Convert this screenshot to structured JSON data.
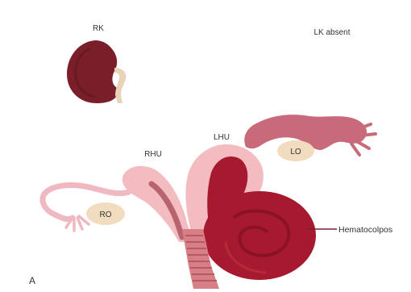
{
  "labels": {
    "right_kidney": "RK",
    "left_kidney_status": "LK absent",
    "right_hemi_uterus": "RHU",
    "left_hemi_uterus": "LHU",
    "right_ovary": "RO",
    "left_ovary": "LO",
    "hematocolpos": "Hematocolpos",
    "panel": "A"
  },
  "colors": {
    "kidney": "#7a1f2a",
    "ureter": "#e8d3b8",
    "tube": "#c86a7a",
    "uterus_outer": "#f2bcc0",
    "uterus_inner": "#e49aa2",
    "blood": "#a6192e",
    "blood_dark": "#7d1022",
    "ovary": "#f1dcc0",
    "cervix": "#d87f86"
  }
}
